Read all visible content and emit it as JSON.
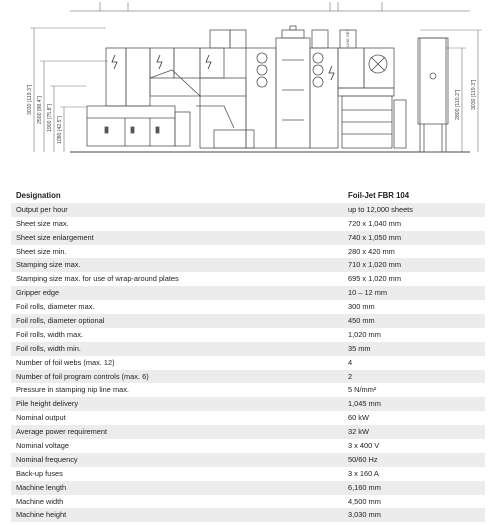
{
  "drawing": {
    "dimensions": {
      "h_3030": "3030 [119.3\"]",
      "h_2500": "2500 [98.4\"]",
      "h_1900": "1900 [75.8\"]",
      "h_1080": "1080 [42.5\"]",
      "h_2800": "2800 [110.2\"]",
      "h_3030_right": "3030 [119.3\"]"
    },
    "panel_label": "LINE SET"
  },
  "table": {
    "header": {
      "label": "Designation",
      "value": "Foil-Jet FBR 104"
    },
    "rows": [
      {
        "label": "Output per hour",
        "value": "up to 12,000 sheets"
      },
      {
        "label": "Sheet size max.",
        "value": "720 x 1,040 mm"
      },
      {
        "label": "Sheet size enlargement",
        "value": "740 x 1,050 mm"
      },
      {
        "label": "Sheet size min.",
        "value": "280 x 420 mm"
      },
      {
        "label": "Stamping size max.",
        "value": "710 x 1,020 mm"
      },
      {
        "label": "Stamping size max. for use of wrap-around plates",
        "value": "695 x 1,020 mm"
      },
      {
        "label": "Gripper edge",
        "value": "10 – 12 mm"
      },
      {
        "label": "Foil rolls, diameter max.",
        "value": "300 mm"
      },
      {
        "label": "Foil rolls, diameter optional",
        "value": "450 mm"
      },
      {
        "label": "Foil rolls, width max.",
        "value": "1,020 mm"
      },
      {
        "label": "Foil rolls, width min.",
        "value": "35 mm"
      },
      {
        "label": "Number of foil webs (max. 12)",
        "value": "4"
      },
      {
        "label": "Number of foil program controls (max. 6)",
        "value": "2"
      },
      {
        "label": "Pressure in stamping nip line max.",
        "value": "5 N/mm²"
      },
      {
        "label": "Pile height delivery",
        "value": "1,045 mm"
      },
      {
        "label": "Nominal output",
        "value": "60 kW"
      },
      {
        "label": "Average power requirement",
        "value": "32 kW"
      },
      {
        "label": "Nominal voltage",
        "value": "3 x 400 V"
      },
      {
        "label": "Nominal frequency",
        "value": "50/60 Hz"
      },
      {
        "label": "Back-up fuses",
        "value": "3 x 160 A"
      },
      {
        "label": "Machine length",
        "value": "6,160 mm"
      },
      {
        "label": "Machine width",
        "value": "4,500 mm"
      },
      {
        "label": "Machine height",
        "value": "3,030 mm"
      }
    ]
  }
}
